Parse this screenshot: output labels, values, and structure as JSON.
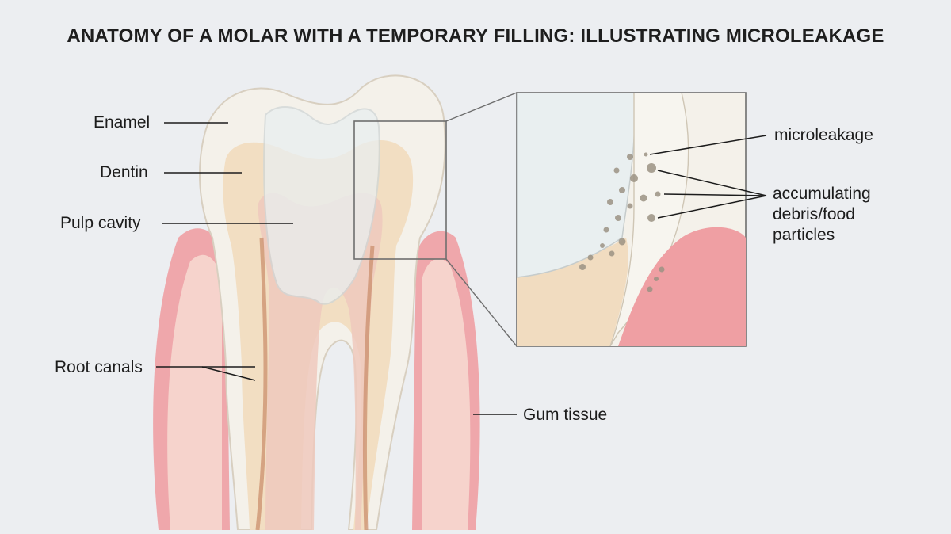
{
  "title": "ANATOMY OF A MOLAR WITH A TEMPORARY FILLING: ILLUSTRATING MICROLEAKAGE",
  "labels": {
    "enamel": "Enamel",
    "dentin": "Dentin",
    "pulp_cavity": "Pulp cavity",
    "root_canals": "Root canals",
    "gum_tissue": "Gum tissue",
    "microleakage": "microleakage",
    "debris_line1": "accumulating",
    "debris_line2": "debris/food",
    "debris_line3": "particles"
  },
  "colors": {
    "background": "#eceef1",
    "enamel": "#f4f1ea",
    "dentin": "#f1dcc0",
    "pulp": "#eec9bd",
    "gum": "#ef9fa3",
    "bone": "#f2e2cc",
    "filling": "#e9eff0",
    "debris": "#9c9384"
  }
}
